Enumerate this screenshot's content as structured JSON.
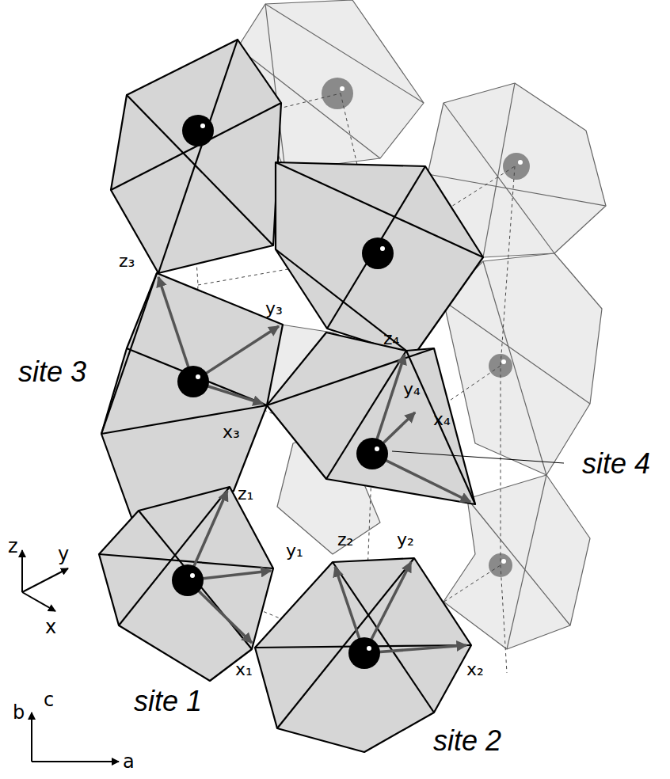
{
  "diagram": {
    "labels": [
      "site 3",
      "z₃",
      "y₃",
      "x₃",
      "z₄",
      "y₄",
      "x₄",
      "site 4",
      "z₁",
      "y₁",
      "z₂",
      "y₂",
      "x₁",
      "x₂",
      "site 1",
      "site 2",
      "z",
      "y",
      "x",
      "c",
      "b",
      "a"
    ]
  }
}
